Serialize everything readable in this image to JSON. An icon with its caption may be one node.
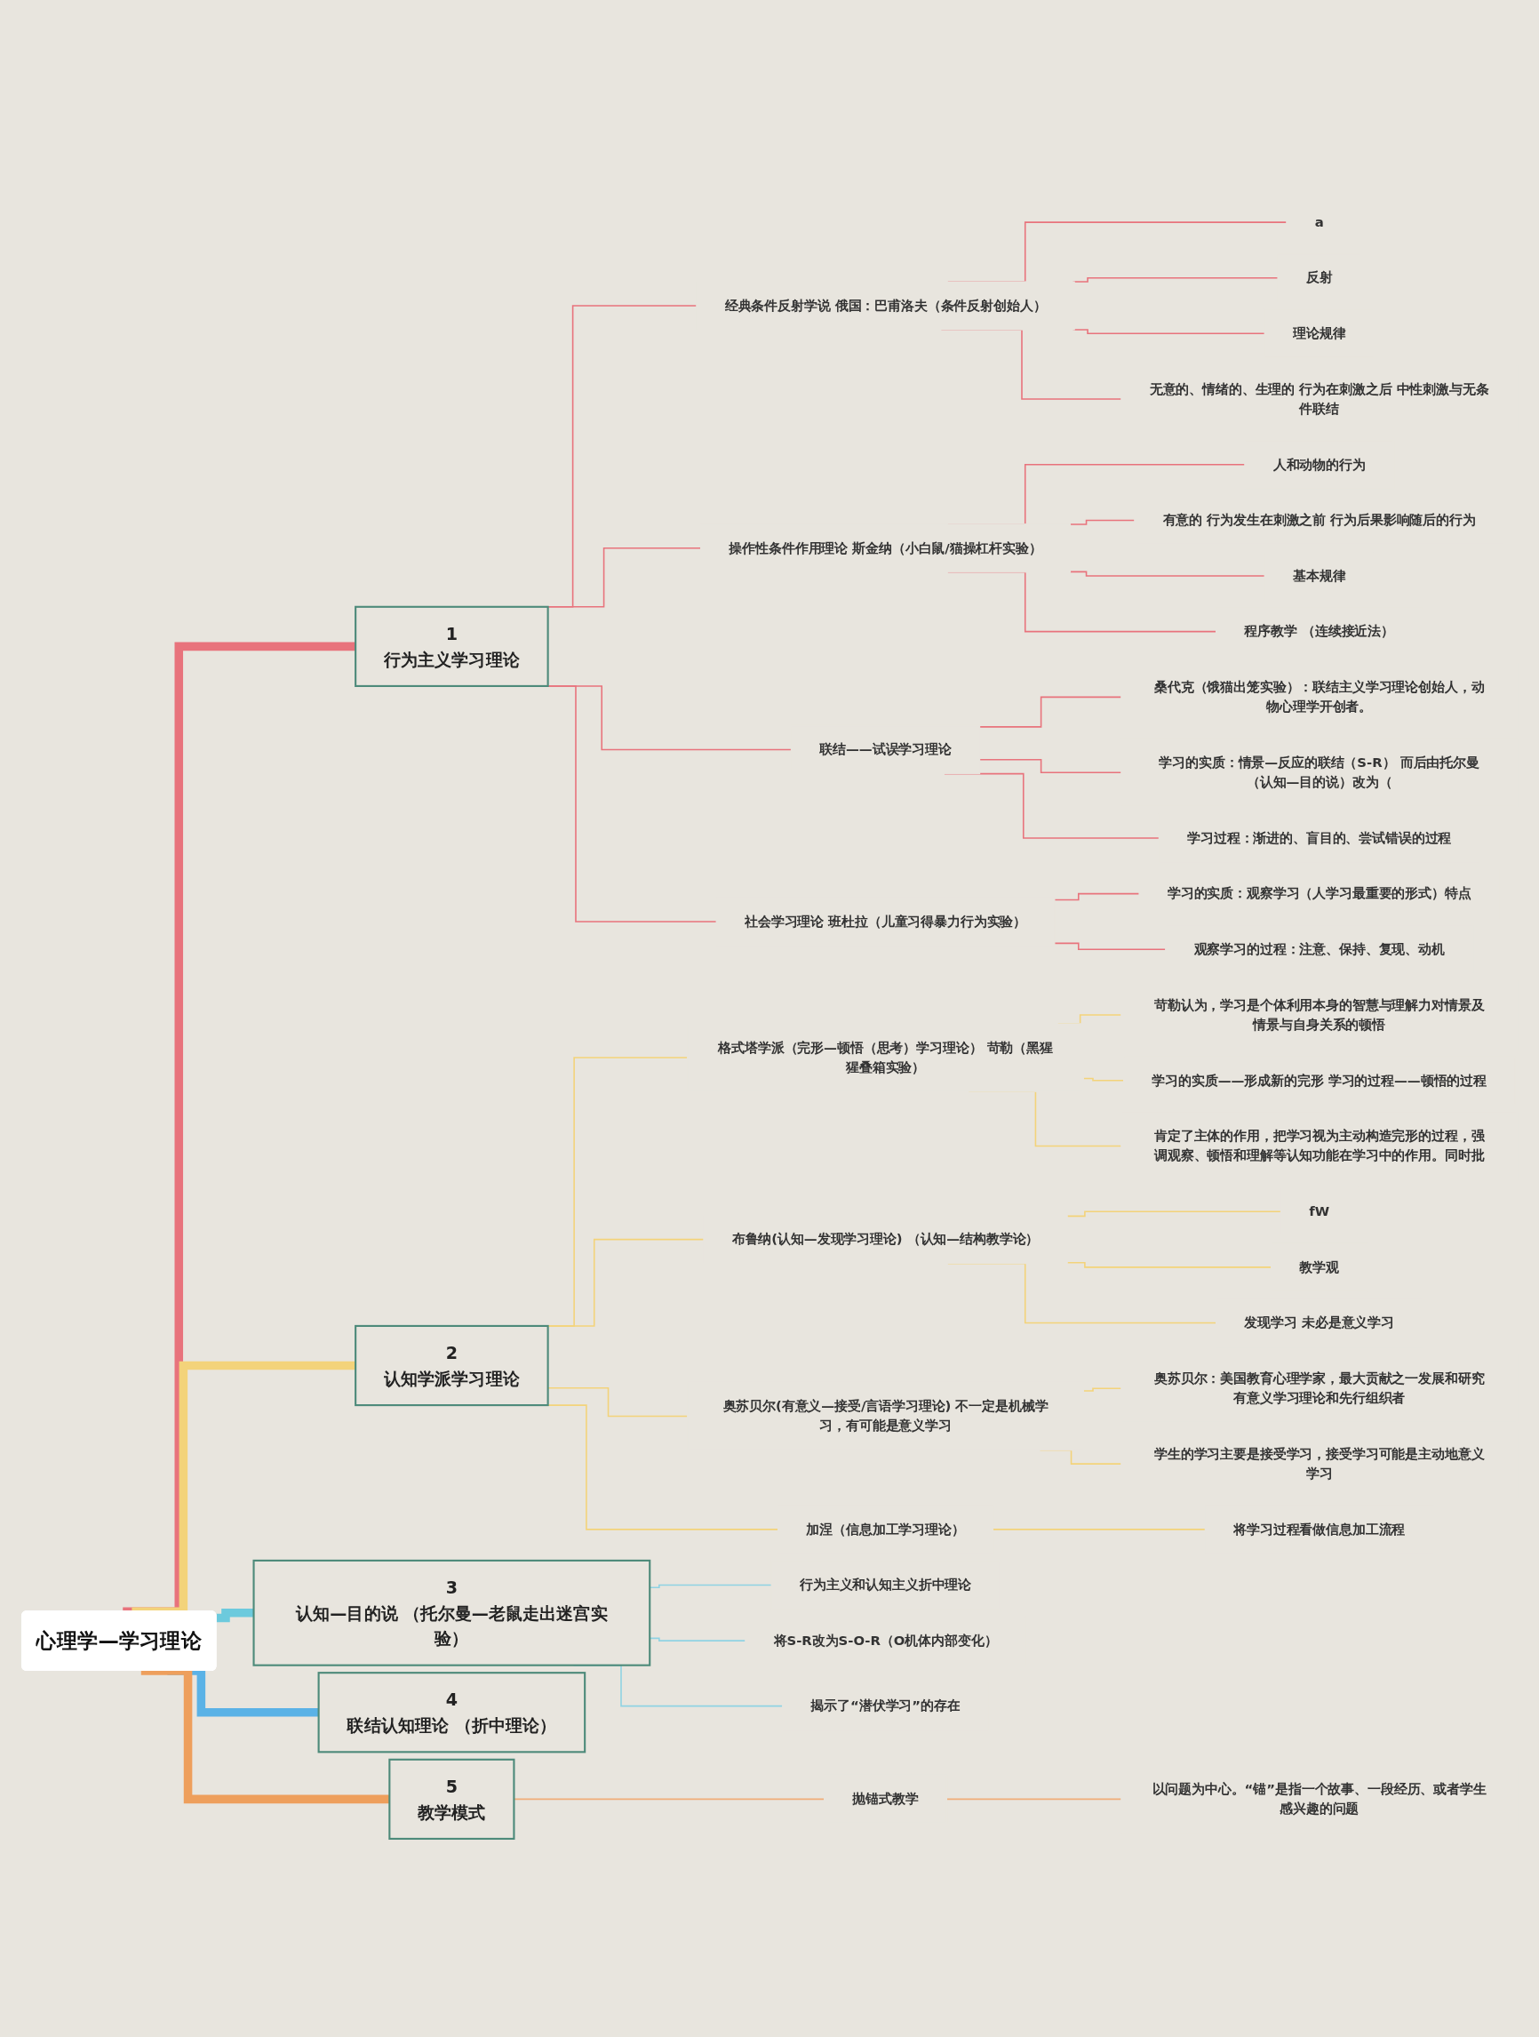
{
  "diagram": {
    "nodes": [
      {
        "text": [
          "心理学—学习理论"
        ]
      },
      {
        "text": [
          "1",
          "行为主义学习理论"
        ]
      },
      {
        "text": [
          "经典条件反射学说 俄国：巴甫洛夫（条件反射创始人）"
        ]
      },
      {
        "text": [
          "a"
        ]
      },
      {
        "text": [
          "反射"
        ]
      },
      {
        "text": [
          "理论规律"
        ]
      },
      {
        "text": [
          "无意的、情绪的、生理的 行为在刺激之后 中性刺激与无条件联结"
        ]
      },
      {
        "text": [
          "操作性条件作用理论 斯金纳（小白鼠/猫操杠杆实验）"
        ]
      },
      {
        "text": [
          "人和动物的行为"
        ]
      },
      {
        "text": [
          "有意的 行为发生在刺激之前 行为后果影响随后的行为"
        ]
      },
      {
        "text": [
          "基本规律"
        ]
      },
      {
        "text": [
          "程序教学 （连续接近法）"
        ]
      },
      {
        "text": [
          "联结——试误学习理论"
        ]
      },
      {
        "text": [
          "桑代克（饿猫出笼实验）：联结主义学习理论创始人，动物心理学开创者。"
        ]
      },
      {
        "text": [
          "学习的实质：情景—反应的联结（S-R） 而后由托尔曼（认知—目的说）改为（"
        ]
      },
      {
        "text": [
          "学习过程：渐进的、盲目的、尝试错误的过程"
        ]
      },
      {
        "text": [
          "社会学习理论 班杜拉（儿童习得暴力行为实验）"
        ]
      },
      {
        "text": [
          "学习的实质：观察学习（人学习最重要的形式）特点"
        ]
      },
      {
        "text": [
          "观察学习的过程：注意、保持、复现、动机"
        ]
      },
      {
        "text": [
          "2",
          "认知学派学习理论"
        ]
      },
      {
        "text": [
          "格式塔学派（完形—顿悟（思考）学习理论） 苛勒（黑猩猩叠箱实验）"
        ]
      },
      {
        "text": [
          "苛勒认为，学习是个体利用本身的智慧与理解力对情景及情景与自身关系的顿悟"
        ]
      },
      {
        "text": [
          "学习的实质——形成新的完形 学习的过程——顿悟的过程"
        ]
      },
      {
        "text": [
          "肯定了主体的作用，把学习视为主动构造完形的过程，强调观察、顿悟和理解等认知功能在学习中的作用。同时批"
        ]
      },
      {
        "text": [
          "布鲁纳(认知—发现学习理论) （认知—结构教学论）"
        ]
      },
      {
        "text": [
          "fW"
        ]
      },
      {
        "text": [
          "教学观"
        ]
      },
      {
        "text": [
          "发现学习 未必是意义学习"
        ]
      },
      {
        "text": [
          "奥苏贝尔(有意义—接受/言语学习理论) 不一定是机械学习，有可能是意义学习"
        ]
      },
      {
        "text": [
          "奥苏贝尔：美国教育心理学家，最大贡献之一发展和研究有意义学习理论和先行组织者"
        ]
      },
      {
        "text": [
          "学生的学习主要是接受学习，接受学习可能是主动地意义学习"
        ]
      },
      {
        "text": [
          "加涅（信息加工学习理论）"
        ]
      },
      {
        "text": [
          "将学习过程看做信息加工流程"
        ]
      },
      {
        "text": [
          "3",
          "认知—目的说 （托尔曼—老鼠走出迷宫实验）"
        ]
      },
      {
        "text": [
          "行为主义和认知主义折中理论"
        ]
      },
      {
        "text": [
          "将S-R改为S-O-R（O机体内部变化）"
        ]
      },
      {
        "text": [
          "揭示了“潜伏学习”的存在"
        ]
      },
      {
        "text": [
          "4",
          "联结认知理论 （折中理论）"
        ]
      },
      {
        "text": [
          "5",
          "教学模式"
        ]
      },
      {
        "text": [
          "抛锚式教学"
        ]
      },
      {
        "text": [
          "以问题为中心。“锚”是指一个故事、一段经历、或者学生感兴趣的问题"
        ]
      }
    ],
    "edges": [
      {
        "from": 0,
        "to": 1,
        "arrow": "none",
        "style": "thick",
        "color": "#e8737c"
      },
      {
        "from": 1,
        "to": 2,
        "arrow": "none",
        "color": "#e8737c"
      },
      {
        "from": 2,
        "to": 3,
        "arrow": "none",
        "color": "#e8737c"
      },
      {
        "from": 2,
        "to": 4,
        "arrow": "none",
        "color": "#e8737c"
      },
      {
        "from": 2,
        "to": 5,
        "arrow": "none",
        "color": "#e8737c"
      },
      {
        "from": 2,
        "to": 6,
        "arrow": "none",
        "color": "#e8737c"
      },
      {
        "from": 1,
        "to": 7,
        "arrow": "none",
        "color": "#e8737c"
      },
      {
        "from": 7,
        "to": 8,
        "arrow": "none",
        "color": "#e8737c"
      },
      {
        "from": 7,
        "to": 9,
        "arrow": "none",
        "color": "#e8737c"
      },
      {
        "from": 7,
        "to": 10,
        "arrow": "none",
        "color": "#e8737c"
      },
      {
        "from": 7,
        "to": 11,
        "arrow": "none",
        "color": "#e8737c"
      },
      {
        "from": 1,
        "to": 12,
        "arrow": "none",
        "color": "#e8737c"
      },
      {
        "from": 12,
        "to": 13,
        "arrow": "none",
        "color": "#e8737c"
      },
      {
        "from": 12,
        "to": 14,
        "arrow": "none",
        "color": "#e8737c"
      },
      {
        "from": 12,
        "to": 15,
        "arrow": "none",
        "color": "#e8737c"
      },
      {
        "from": 1,
        "to": 16,
        "arrow": "none",
        "color": "#e8737c"
      },
      {
        "from": 16,
        "to": 17,
        "arrow": "none",
        "color": "#e8737c"
      },
      {
        "from": 16,
        "to": 18,
        "arrow": "none",
        "color": "#e8737c"
      },
      {
        "from": 0,
        "to": 19,
        "arrow": "none",
        "style": "thick",
        "color": "#f3d37a"
      },
      {
        "from": 19,
        "to": 20,
        "arrow": "none",
        "color": "#f3d37a"
      },
      {
        "from": 20,
        "to": 21,
        "arrow": "none",
        "color": "#f3d37a"
      },
      {
        "from": 20,
        "to": 22,
        "arrow": "none",
        "color": "#f3d37a"
      },
      {
        "from": 20,
        "to": 23,
        "arrow": "none",
        "color": "#f3d37a"
      },
      {
        "from": 19,
        "to": 24,
        "arrow": "none",
        "color": "#f3d37a"
      },
      {
        "from": 24,
        "to": 25,
        "arrow": "none",
        "color": "#f3d37a"
      },
      {
        "from": 24,
        "to": 26,
        "arrow": "none",
        "color": "#f3d37a"
      },
      {
        "from": 24,
        "to": 27,
        "arrow": "none",
        "color": "#f3d37a"
      },
      {
        "from": 19,
        "to": 28,
        "arrow": "none",
        "color": "#f3d37a"
      },
      {
        "from": 28,
        "to": 29,
        "arrow": "none",
        "color": "#f3d37a"
      },
      {
        "from": 28,
        "to": 30,
        "arrow": "none",
        "color": "#f3d37a"
      },
      {
        "from": 19,
        "to": 31,
        "arrow": "none",
        "color": "#f3d37a"
      },
      {
        "from": 31,
        "to": 32,
        "arrow": "none",
        "color": "#f3d37a"
      },
      {
        "from": 0,
        "to": 33,
        "arrow": "none",
        "style": "thick",
        "color": "#6ccadd"
      },
      {
        "from": 33,
        "to": 34,
        "arrow": "none",
        "color": "#8fd3e3"
      },
      {
        "from": 33,
        "to": 35,
        "arrow": "none",
        "color": "#8fd3e3"
      },
      {
        "from": 33,
        "to": 36,
        "arrow": "none",
        "color": "#8fd3e3"
      },
      {
        "from": 0,
        "to": 37,
        "arrow": "none",
        "style": "thick",
        "color": "#5ab2e6"
      },
      {
        "from": 0,
        "to": 38,
        "arrow": "none",
        "style": "thick",
        "color": "#ee9f5c"
      },
      {
        "from": 38,
        "to": 39,
        "arrow": "none",
        "color": "#f0ad78"
      },
      {
        "from": 39,
        "to": 40,
        "arrow": "none",
        "color": "#f0ad78"
      }
    ]
  }
}
